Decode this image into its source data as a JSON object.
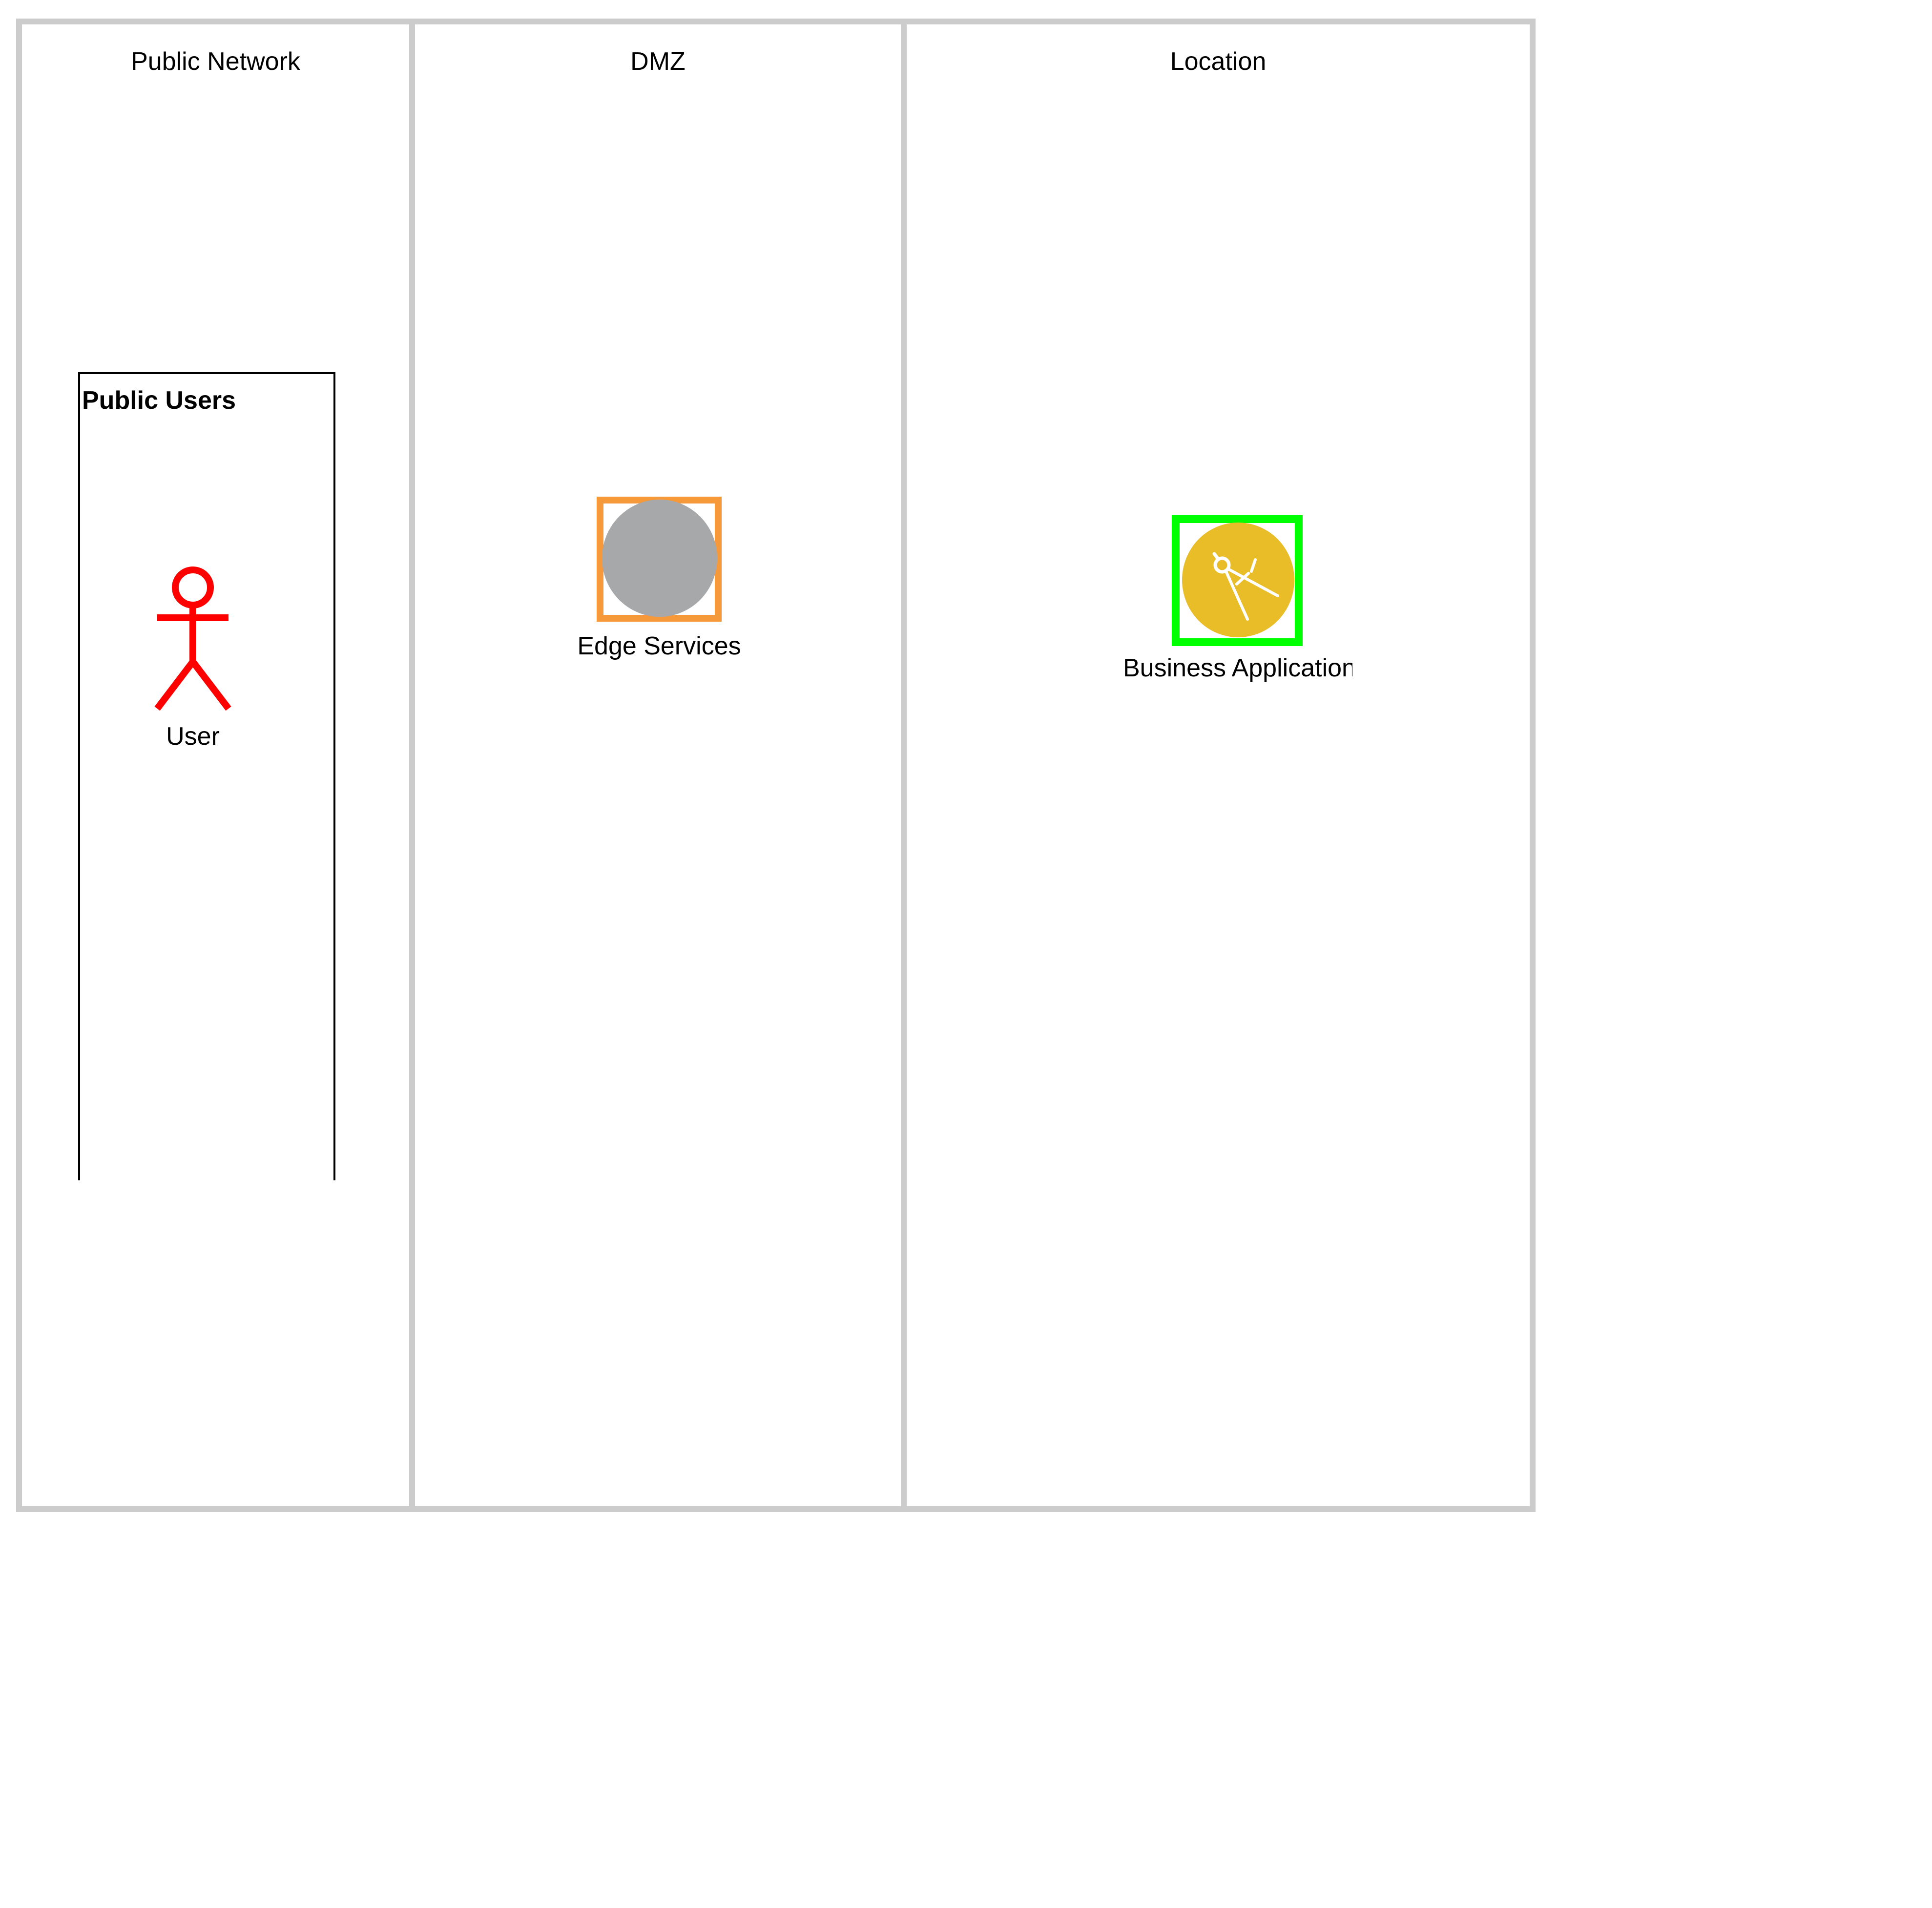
{
  "zones": [
    {
      "id": "public",
      "title": "Public Network"
    },
    {
      "id": "dmz",
      "title": "DMZ"
    },
    {
      "id": "location",
      "title": "Location"
    }
  ],
  "group": {
    "title": "Public Users"
  },
  "nodes": {
    "user": {
      "label": "User",
      "icon": "actor-icon",
      "color": "#ff0000"
    },
    "edge_services": {
      "label": "Edge Services",
      "icon": "gray-circle-icon",
      "frame_color": "#f6993b",
      "fill_color": "#a6a8a9"
    },
    "business_application": {
      "label": "Business Application",
      "icon": "compass-icon",
      "frame_color": "#00ff00",
      "fill_color": "#e8bd27"
    }
  },
  "colors": {
    "zone_border": "#cccccc"
  }
}
